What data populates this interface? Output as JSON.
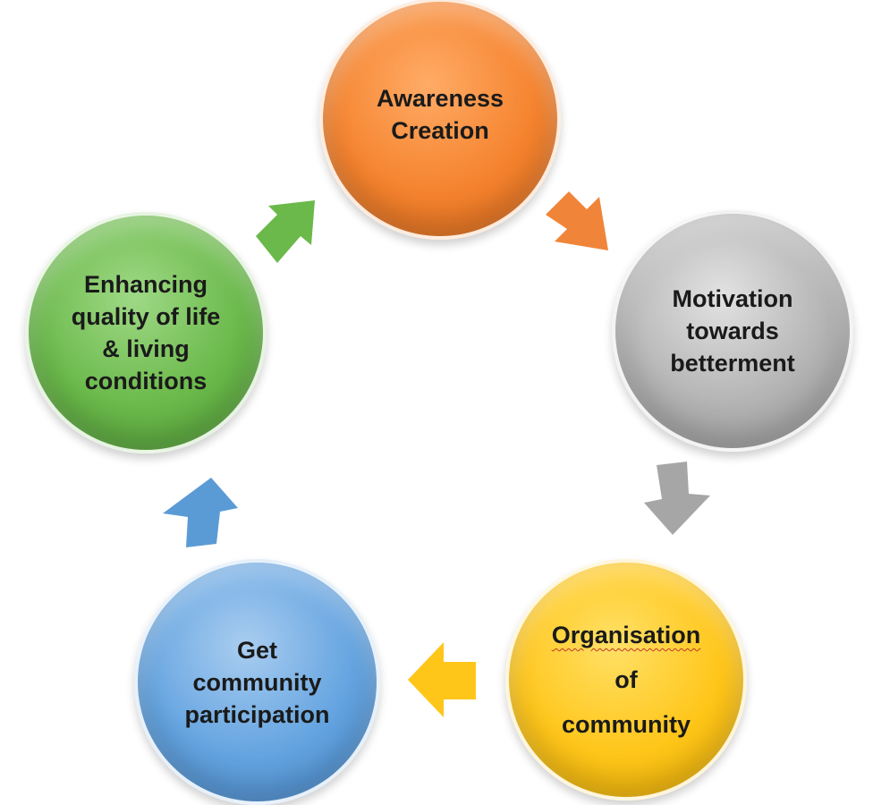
{
  "diagram": {
    "nodes": {
      "awareness": {
        "lines": [
          "Awareness",
          "Creation"
        ],
        "color": "#f5832e"
      },
      "motivation": {
        "lines": [
          "Motivation",
          "towards",
          "betterment"
        ],
        "color": "#b3b3b3"
      },
      "organisation": {
        "lines": [
          "Organisation",
          "of",
          "community"
        ],
        "color": "#ffc61a"
      },
      "participation": {
        "lines": [
          "Get",
          "community",
          "participation"
        ],
        "color": "#63a3e0"
      },
      "enhancing": {
        "lines": [
          "Enhancing",
          "quality of life",
          "& living",
          "conditions"
        ],
        "color": "#6ab94a"
      }
    },
    "arrows": {
      "awareness_to_motivation": "#f0853a",
      "motivation_to_organisation": "#a6a6a6",
      "organisation_to_participation": "#ffc61a",
      "participation_to_enhancing": "#5b9bd5",
      "enhancing_to_awareness": "#6ab94a"
    }
  }
}
